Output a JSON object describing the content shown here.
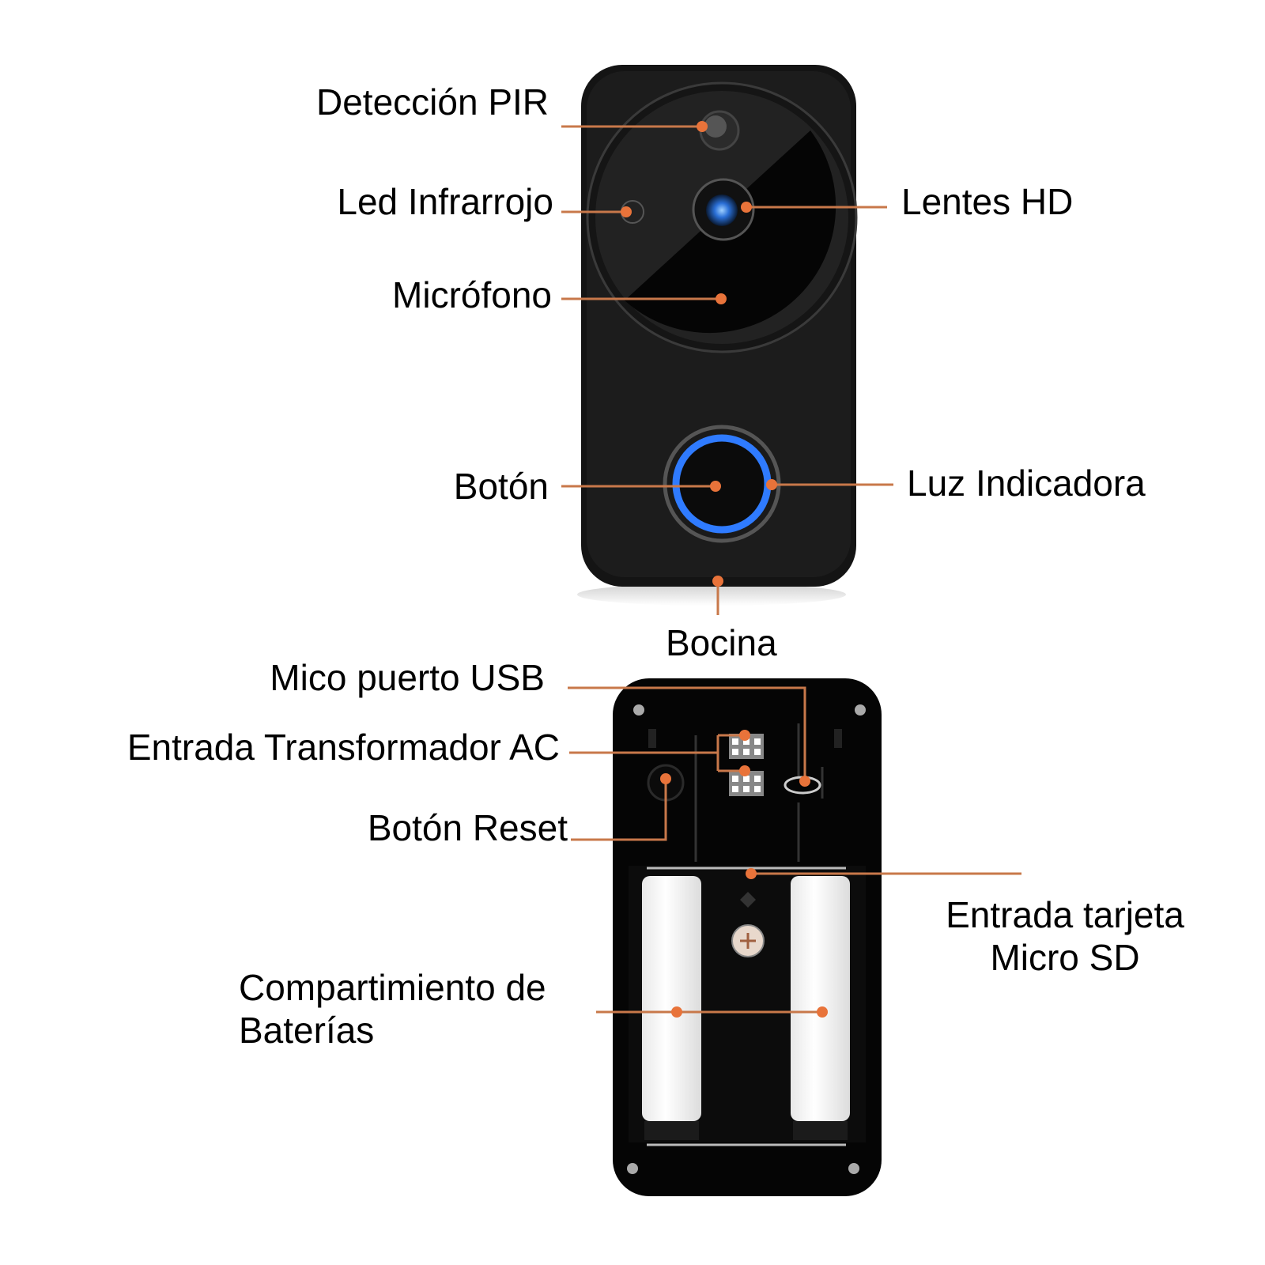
{
  "colors": {
    "leader": "#c8784a",
    "dot": "#e8733a",
    "device": "#111111",
    "ring": "#2f7bff"
  },
  "front_view": {
    "labels": {
      "pir": "Detección PIR",
      "ir_led": "Led Infrarrojo",
      "microphone": "Micrófono",
      "hd_lens": "Lentes HD",
      "button": "Botón",
      "indicator_light": "Luz Indicadora",
      "speaker": "Bocina"
    }
  },
  "back_view": {
    "labels": {
      "usb_port": "Mico puerto USB",
      "ac_input": "Entrada Transformador AC",
      "reset_button": "Botón Reset",
      "sd_card_line1": "Entrada tarjeta",
      "sd_card_line2": "Micro SD",
      "battery_line1": "Compartimiento de",
      "battery_line2": "Baterías"
    }
  }
}
